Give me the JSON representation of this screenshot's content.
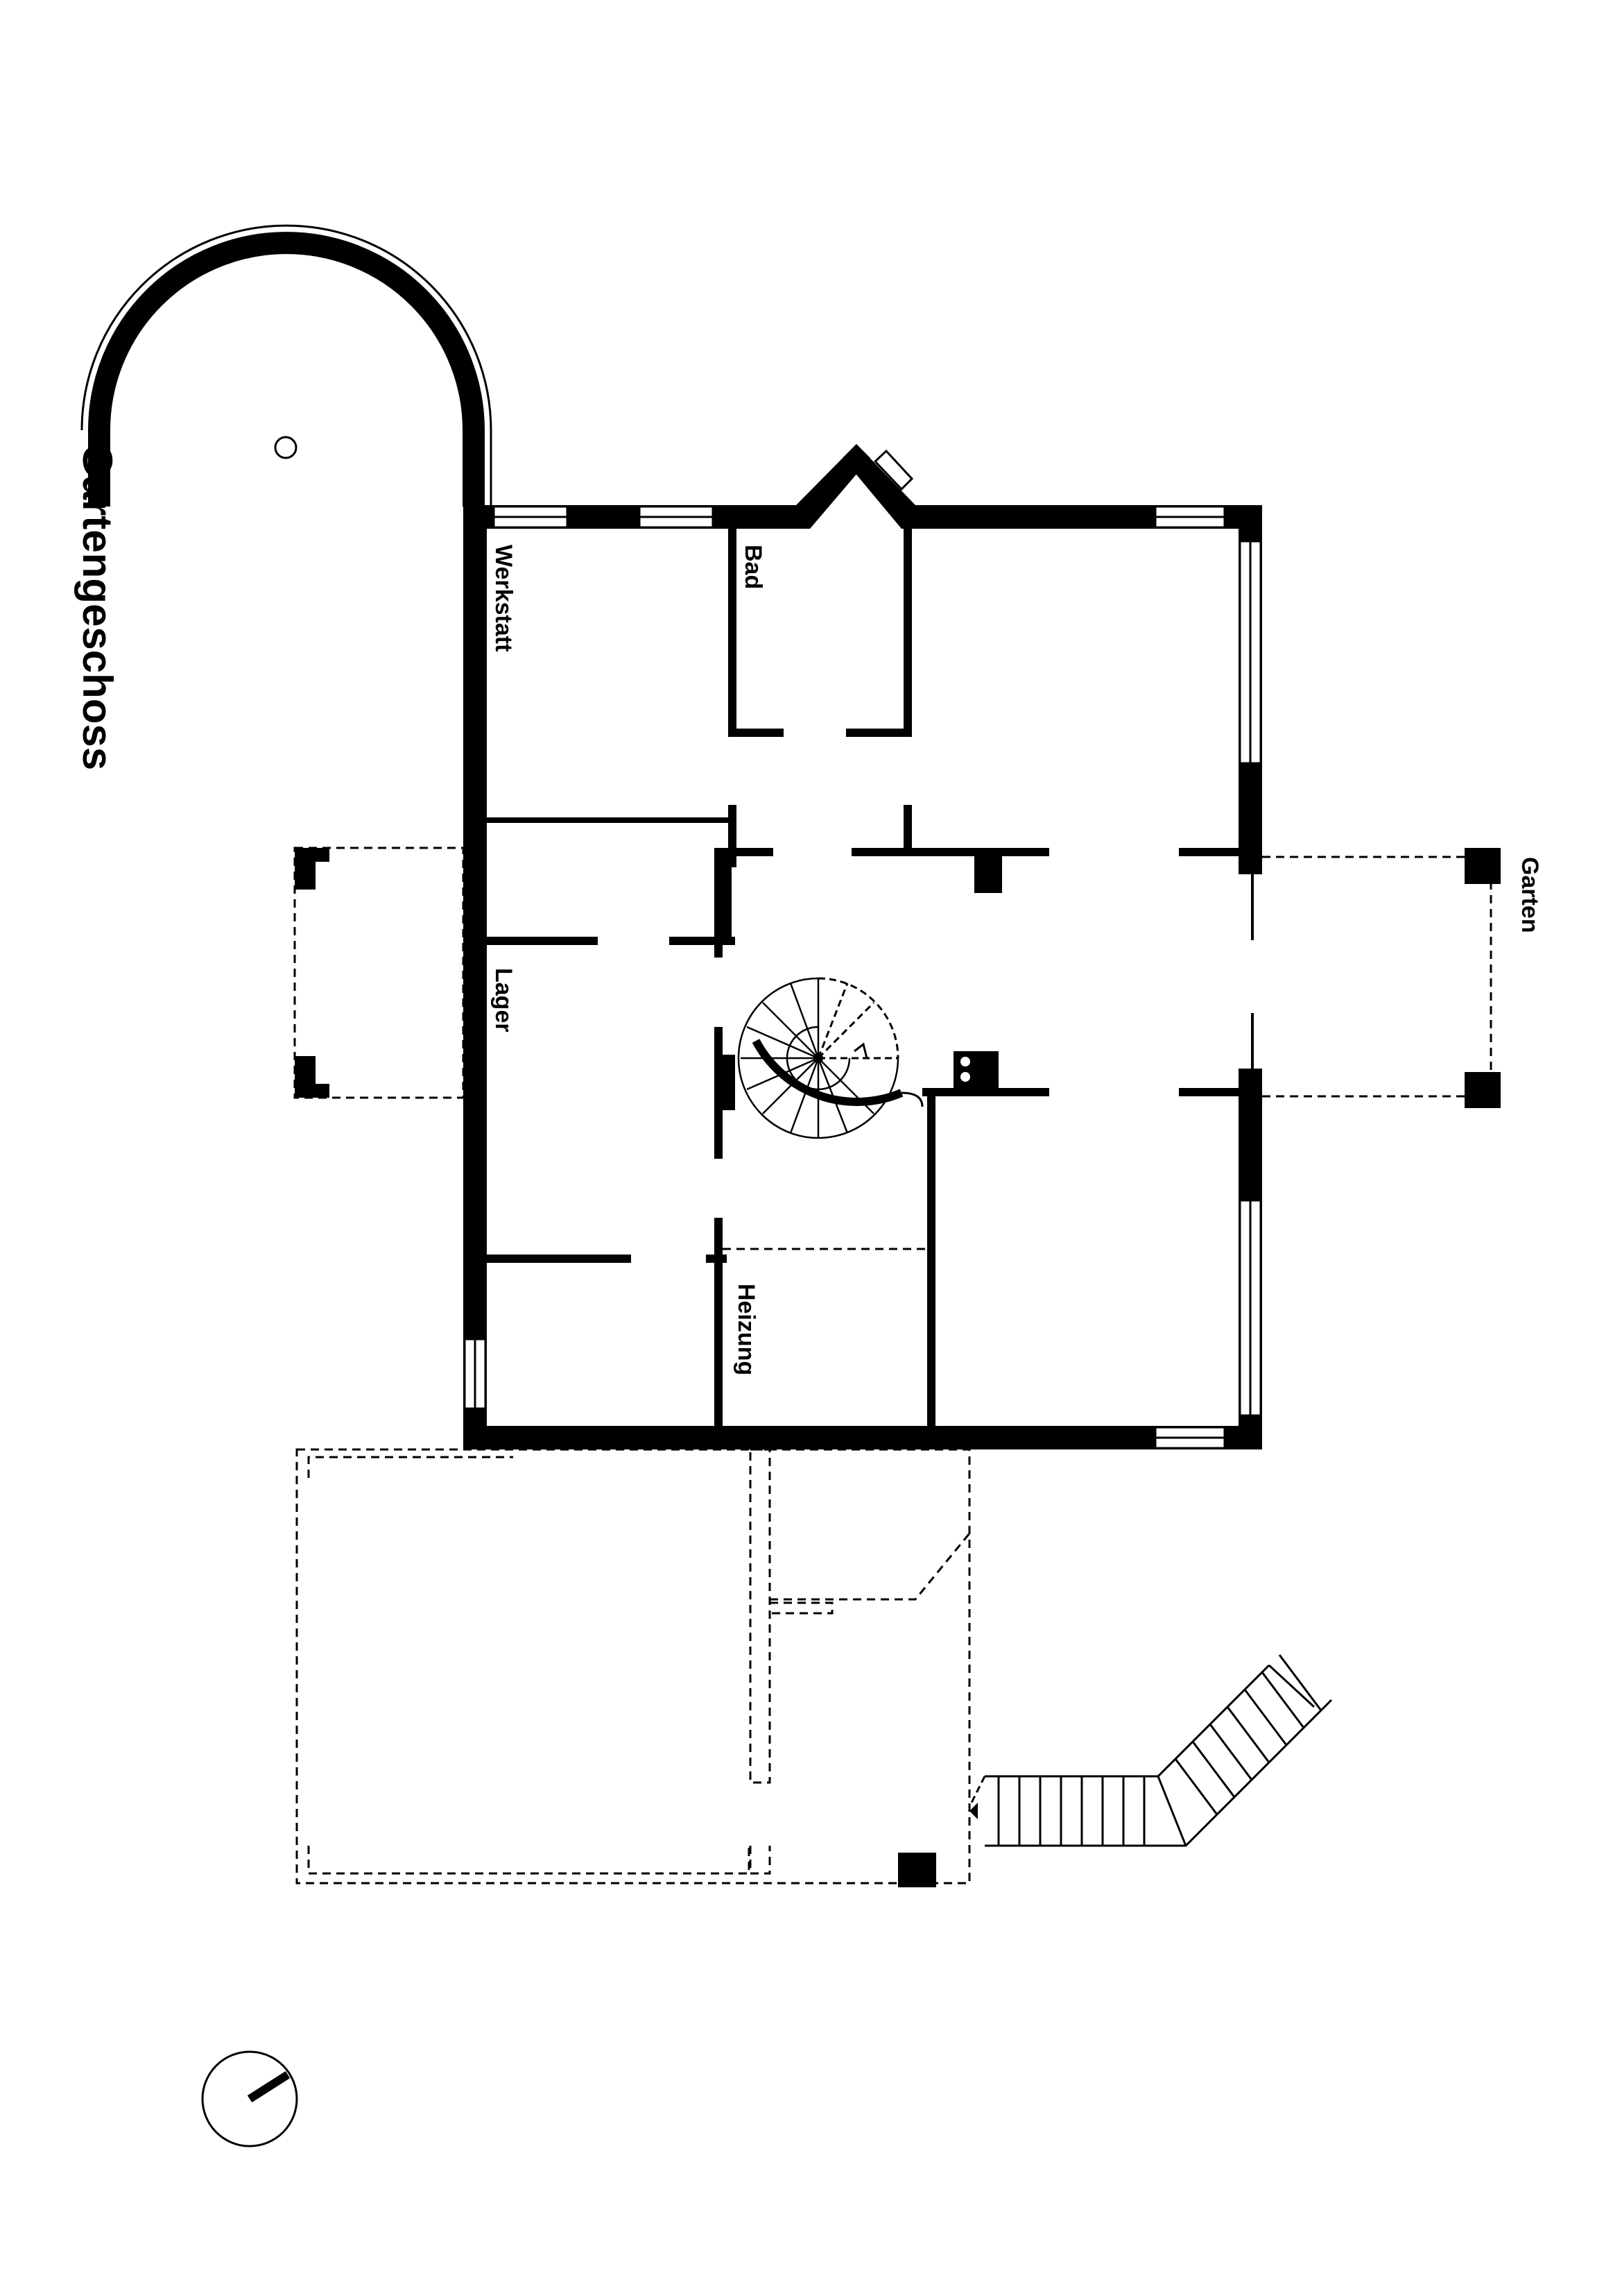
{
  "drawing": {
    "title": "Gartengeschoss",
    "rooms": {
      "werkstatt": "Werkstatt",
      "bad": "Bad",
      "lager": "Lager",
      "heizung": "Heizung",
      "garten": "Garten"
    },
    "icons": {
      "north_arrow": "north-arrow-icon",
      "spiral_stair": "spiral-staircase-icon",
      "stove": "stove-icon"
    },
    "colors": {
      "ink": "#000000",
      "paper": "#ffffff"
    }
  }
}
